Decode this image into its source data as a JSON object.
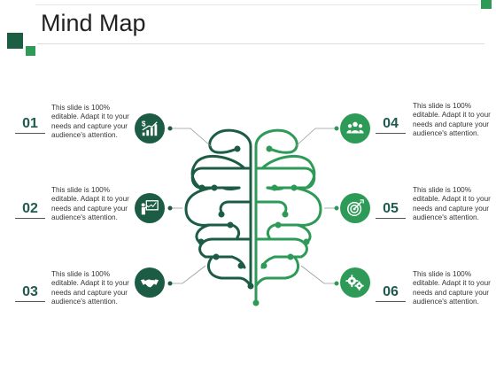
{
  "title": "Mind Map",
  "colors": {
    "dark": "#1c5c45",
    "light": "#2e9a57",
    "line": "#9a9a9a"
  },
  "items": [
    {
      "number": "01",
      "text": "This slide is 100% editable. Adapt it to your needs and capture your audience's attention.",
      "icon": "dollar-growth-chart-icon"
    },
    {
      "number": "02",
      "text": "This slide is 100% editable. Adapt it to your needs and capture your audience's attention.",
      "icon": "presentation-board-icon"
    },
    {
      "number": "03",
      "text": "This slide is 100% editable. Adapt it to your needs and capture your audience's attention.",
      "icon": "handshake-icon"
    },
    {
      "number": "04",
      "text": "This slide is 100% editable. Adapt it to your needs and capture your audience's attention.",
      "icon": "team-people-icon"
    },
    {
      "number": "05",
      "text": "This slide is 100% editable. Adapt it to your needs and capture your audience's attention.",
      "icon": "target-icon"
    },
    {
      "number": "06",
      "text": "This slide is 100% editable. Adapt it to your needs and capture your audience's attention.",
      "icon": "gears-icon"
    }
  ]
}
